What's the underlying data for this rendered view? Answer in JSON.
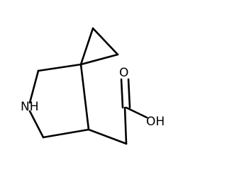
{
  "molecule": {
    "atoms": {
      "nitrogen": "NH",
      "carbonyl_oxygen": "O",
      "hydroxyl": "OH"
    }
  }
}
